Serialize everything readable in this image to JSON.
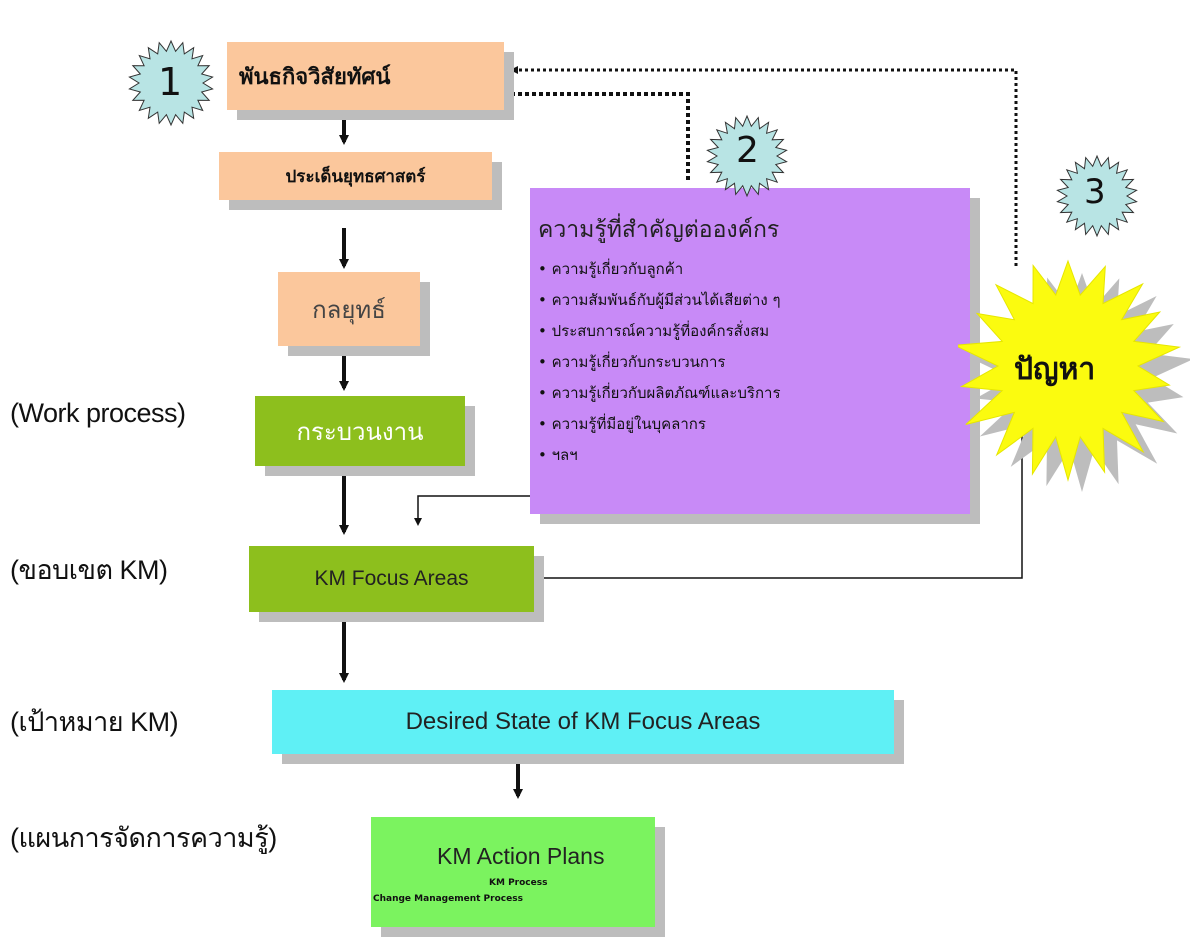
{
  "diagram": {
    "boxes": {
      "mission_vision": "พันธกิจวิสัยทัศน์",
      "strategic_issues": "ประเด็นยุทธศาสตร์",
      "strategy": "กลยุทธ์",
      "work_process": "กระบวนงาน",
      "km_focus_areas": "KM Focus Areas",
      "desired_state": "Desired State of KM Focus Areas",
      "km_action_plans": {
        "title": "KM Action Plans",
        "sub1": "KM Process",
        "sub2": "Change Management Process"
      }
    },
    "knowledge_panel": {
      "title": "ความรู้ที่สำคัญต่อองค์กร",
      "items": [
        "ความรู้เกี่ยวกับลูกค้า",
        "ความสัมพันธ์กับผู้มีส่วนได้เสียต่าง ๆ",
        "ประสบการณ์ความรู้ที่องค์กรสั่งสม",
        "ความรู้เกี่ยวกับกระบวนการ",
        "ความรู้เกี่ยวกับผลิตภัณฑ์และบริการ",
        "ความรู้ที่มีอยู่ในบุคลากร",
        "ฯลฯ"
      ]
    },
    "problem_label": "ปัญหา",
    "badges": [
      "1",
      "2",
      "3"
    ],
    "side_labels": {
      "work_process": "(Work process)",
      "km_scope": "(ขอบเขต KM)",
      "km_goal": "(เป้าหมาย KM)",
      "km_plan": "(แผนการจัดการความรู้)"
    },
    "colors": {
      "peach": "#fbc79c",
      "green": "#8dbf1d",
      "cyan": "#5ff0f5",
      "lightgreen": "#7bf35f",
      "purple": "#c88af7",
      "starburst": "#fbfb0f",
      "badge": "#b8e4e4"
    }
  }
}
